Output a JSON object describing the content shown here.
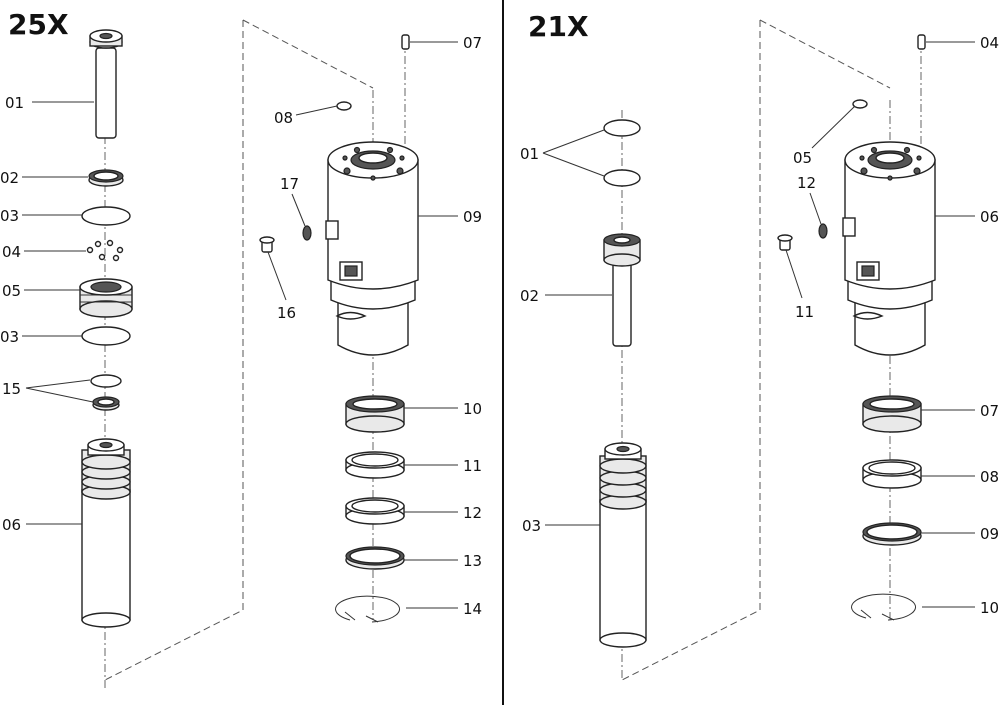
{
  "panels": [
    {
      "title": "25X",
      "callouts": [
        "01",
        "02",
        "03",
        "04",
        "05",
        "03",
        "15",
        "06",
        "07",
        "08",
        "09",
        "17",
        "16",
        "10",
        "11",
        "12",
        "13",
        "14"
      ]
    },
    {
      "title": "21X",
      "callouts": [
        "01",
        "02",
        "03",
        "04",
        "05",
        "06",
        "12",
        "11",
        "07",
        "08",
        "09",
        "10"
      ]
    }
  ]
}
